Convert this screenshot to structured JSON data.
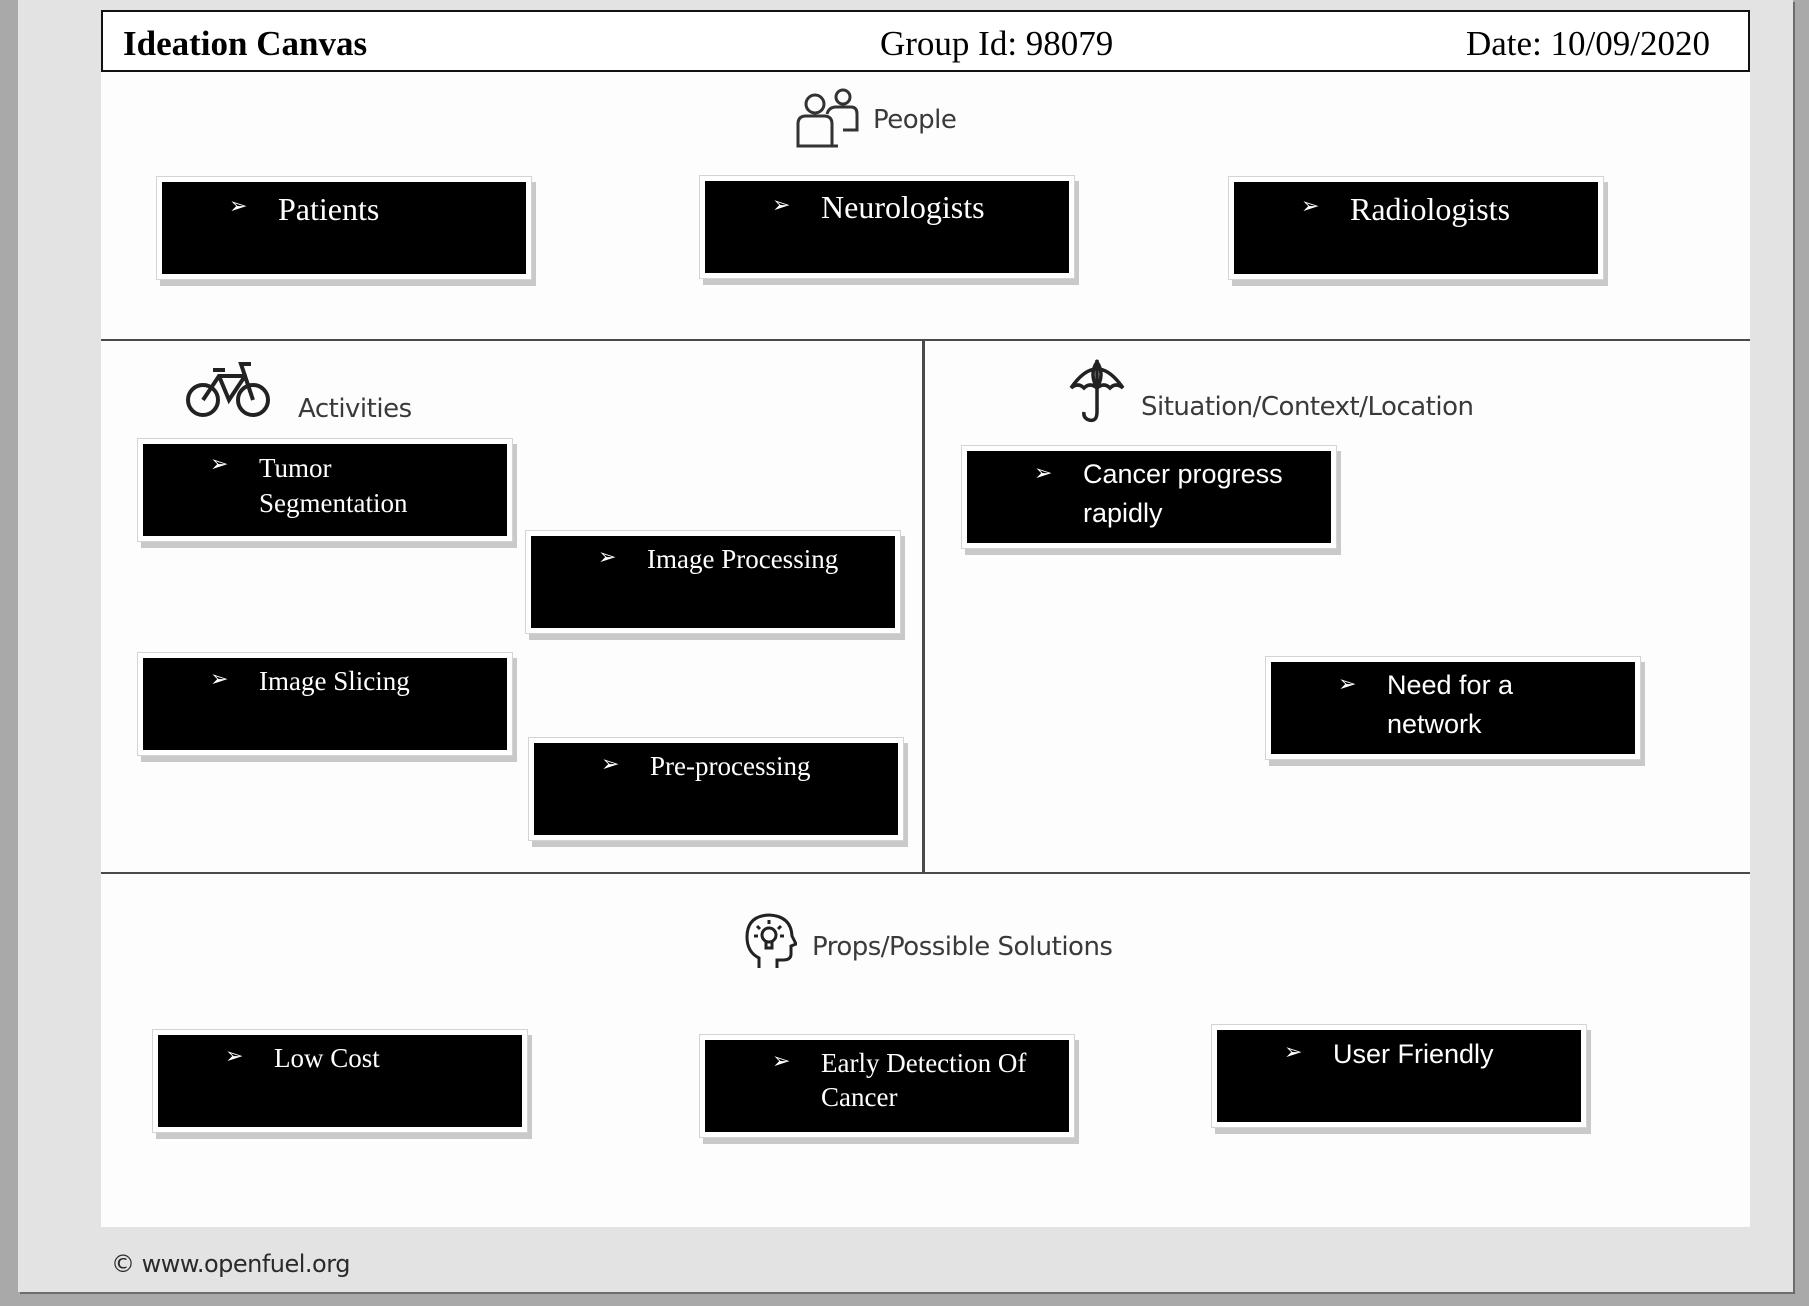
{
  "header": {
    "title": "Ideation Canvas",
    "group": "Group Id: 98079",
    "date": "Date: 10/09/2020"
  },
  "sections": {
    "people": "People",
    "activities": "Activities",
    "situation": "Situation/Context/Location",
    "props": "Props/Possible Solutions"
  },
  "cards": {
    "patients": "Patients",
    "neurologists": "Neurologists",
    "radiologists": "Radiologists",
    "tumor": "Tumor\nSegmentation",
    "image_processing": "Image Processing",
    "image_slicing": "Image Slicing",
    "preprocessing": "Pre-processing",
    "cancer": "Cancer progress\nrapidly",
    "network": "Need for a\nnetwork",
    "low_cost": "Low Cost",
    "early": "Early Detection Of\nCancer",
    "user_friendly": "User Friendly"
  },
  "bullet": "➢",
  "icons": {
    "people": "people-icon",
    "activities": "bicycle-icon",
    "situation": "umbrella-icon",
    "props": "head-lightbulb-icon"
  },
  "footer": "© www.openfuel.org"
}
